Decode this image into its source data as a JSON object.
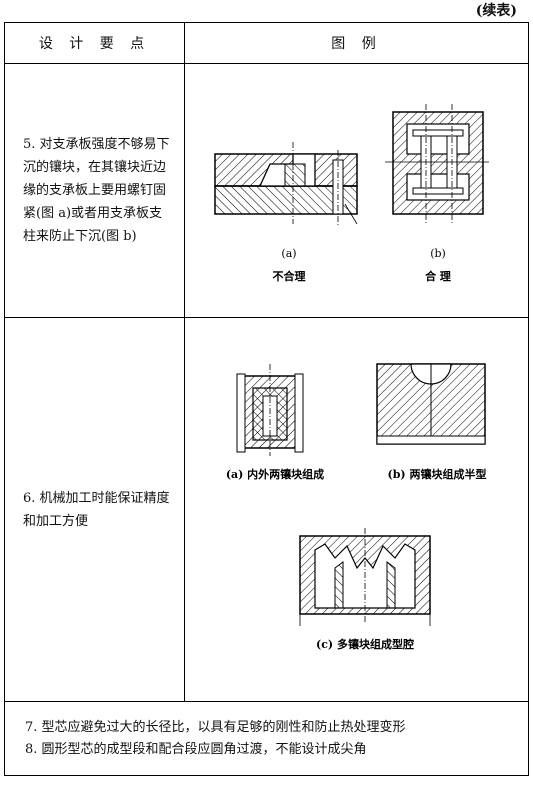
{
  "continued": "(续表)",
  "header": {
    "col1": "设 计 要 点",
    "col2": "图    例"
  },
  "rows": [
    {
      "point": "5. 对支承板强度不够易下沉的镶块，在其镶块近边缘的支承板上要用螺钉固紧(图 a)或者用支承板支柱来防止下沉(图 b)",
      "captions": {
        "a": "(a)",
        "a_note": "不合理",
        "b": "(b)",
        "b_note": "合 理"
      }
    },
    {
      "point": "6. 机械加工时能保证精度和加工方便",
      "captions": {
        "a": "(a) 内外两镶块组成",
        "b": "(b) 两镶块组成半型",
        "c": "(c) 多镶块组成型腔"
      }
    }
  ],
  "footer": {
    "line7": "7. 型芯应避免过大的长径比，以具有足够的刚性和防止热处理变形",
    "line8": "8. 圆形型芯的成型段和配合段应圆角过渡，不能设计成尖角"
  }
}
